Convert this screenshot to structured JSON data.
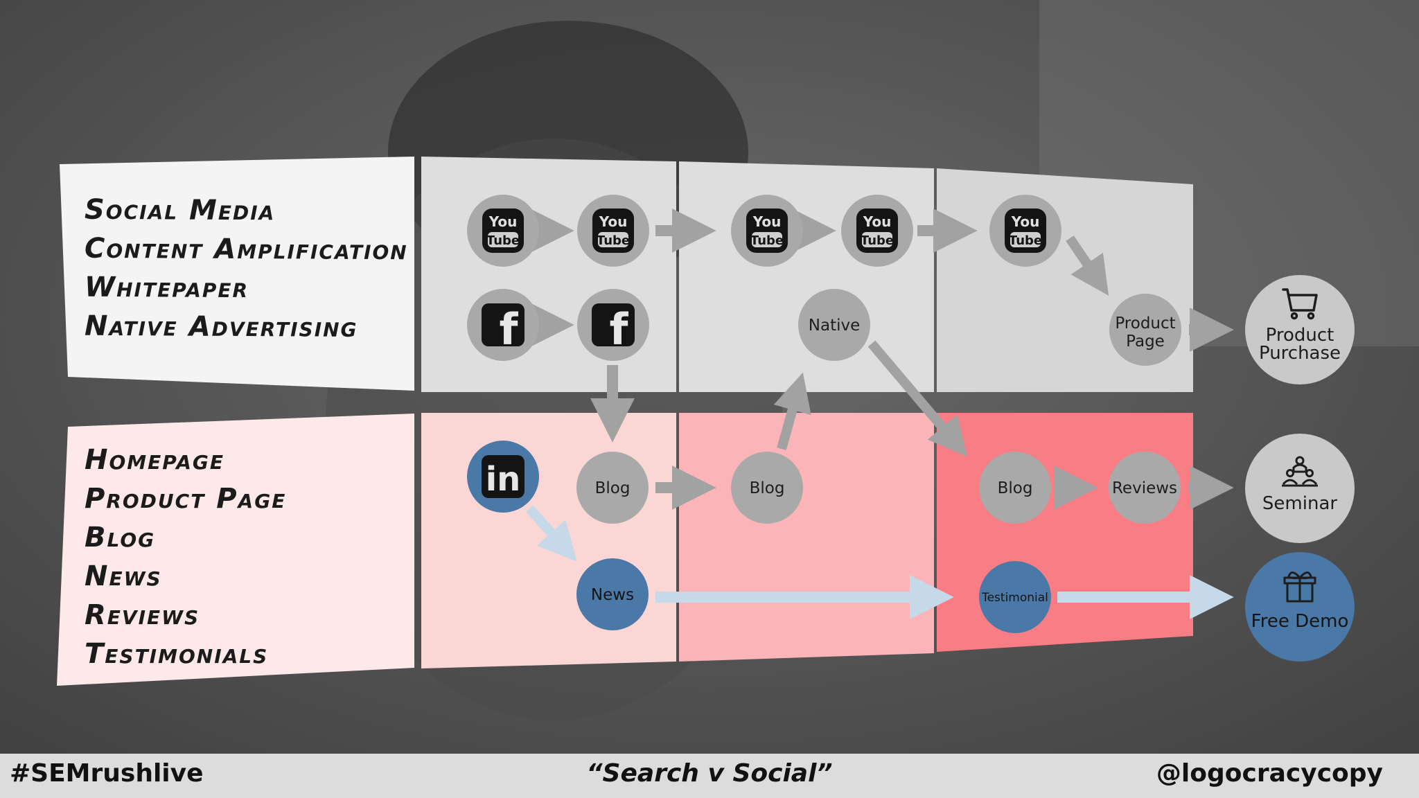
{
  "top_panel": {
    "lines": [
      "Social Media",
      "Content Amplification",
      "Whitepaper",
      "Native Advertising"
    ]
  },
  "bottom_panel": {
    "lines": [
      "Homepage",
      "Product Page",
      "Blog",
      "News",
      "Reviews",
      "Testimonials"
    ]
  },
  "nodes": {
    "youtube_top": "You",
    "youtube_bottom": "Tube",
    "facebook_glyph": "f",
    "linkedin_glyph": "in",
    "native": "Native",
    "product_page_line1": "Product",
    "product_page_line2": "Page",
    "blog": "Blog",
    "reviews": "Reviews",
    "news": "News",
    "testimonial": "Testimonial"
  },
  "outcomes": {
    "purchase_line1": "Product",
    "purchase_line2": "Purchase",
    "seminar": "Seminar",
    "free_demo": "Free Demo"
  },
  "footer": {
    "hashtag": "#SEMrushlive",
    "title": "“Search v Social”",
    "handle": "@logocracycopy"
  },
  "colors": {
    "gray_node": "#a9a9a9",
    "blue_node": "#4a79a8",
    "pink_light": "#fad6d4",
    "pink_mid": "#fbb4b8",
    "pink_deep": "#f87d84",
    "light_blue_arrow": "#c6d9e8",
    "gray_arrow": "#a2a2a2"
  },
  "icons": {
    "youtube": "youtube-icon",
    "facebook": "facebook-icon",
    "linkedin": "linkedin-icon",
    "cart": "cart-icon",
    "seminar": "people-icon",
    "demo": "gift-box-icon"
  }
}
